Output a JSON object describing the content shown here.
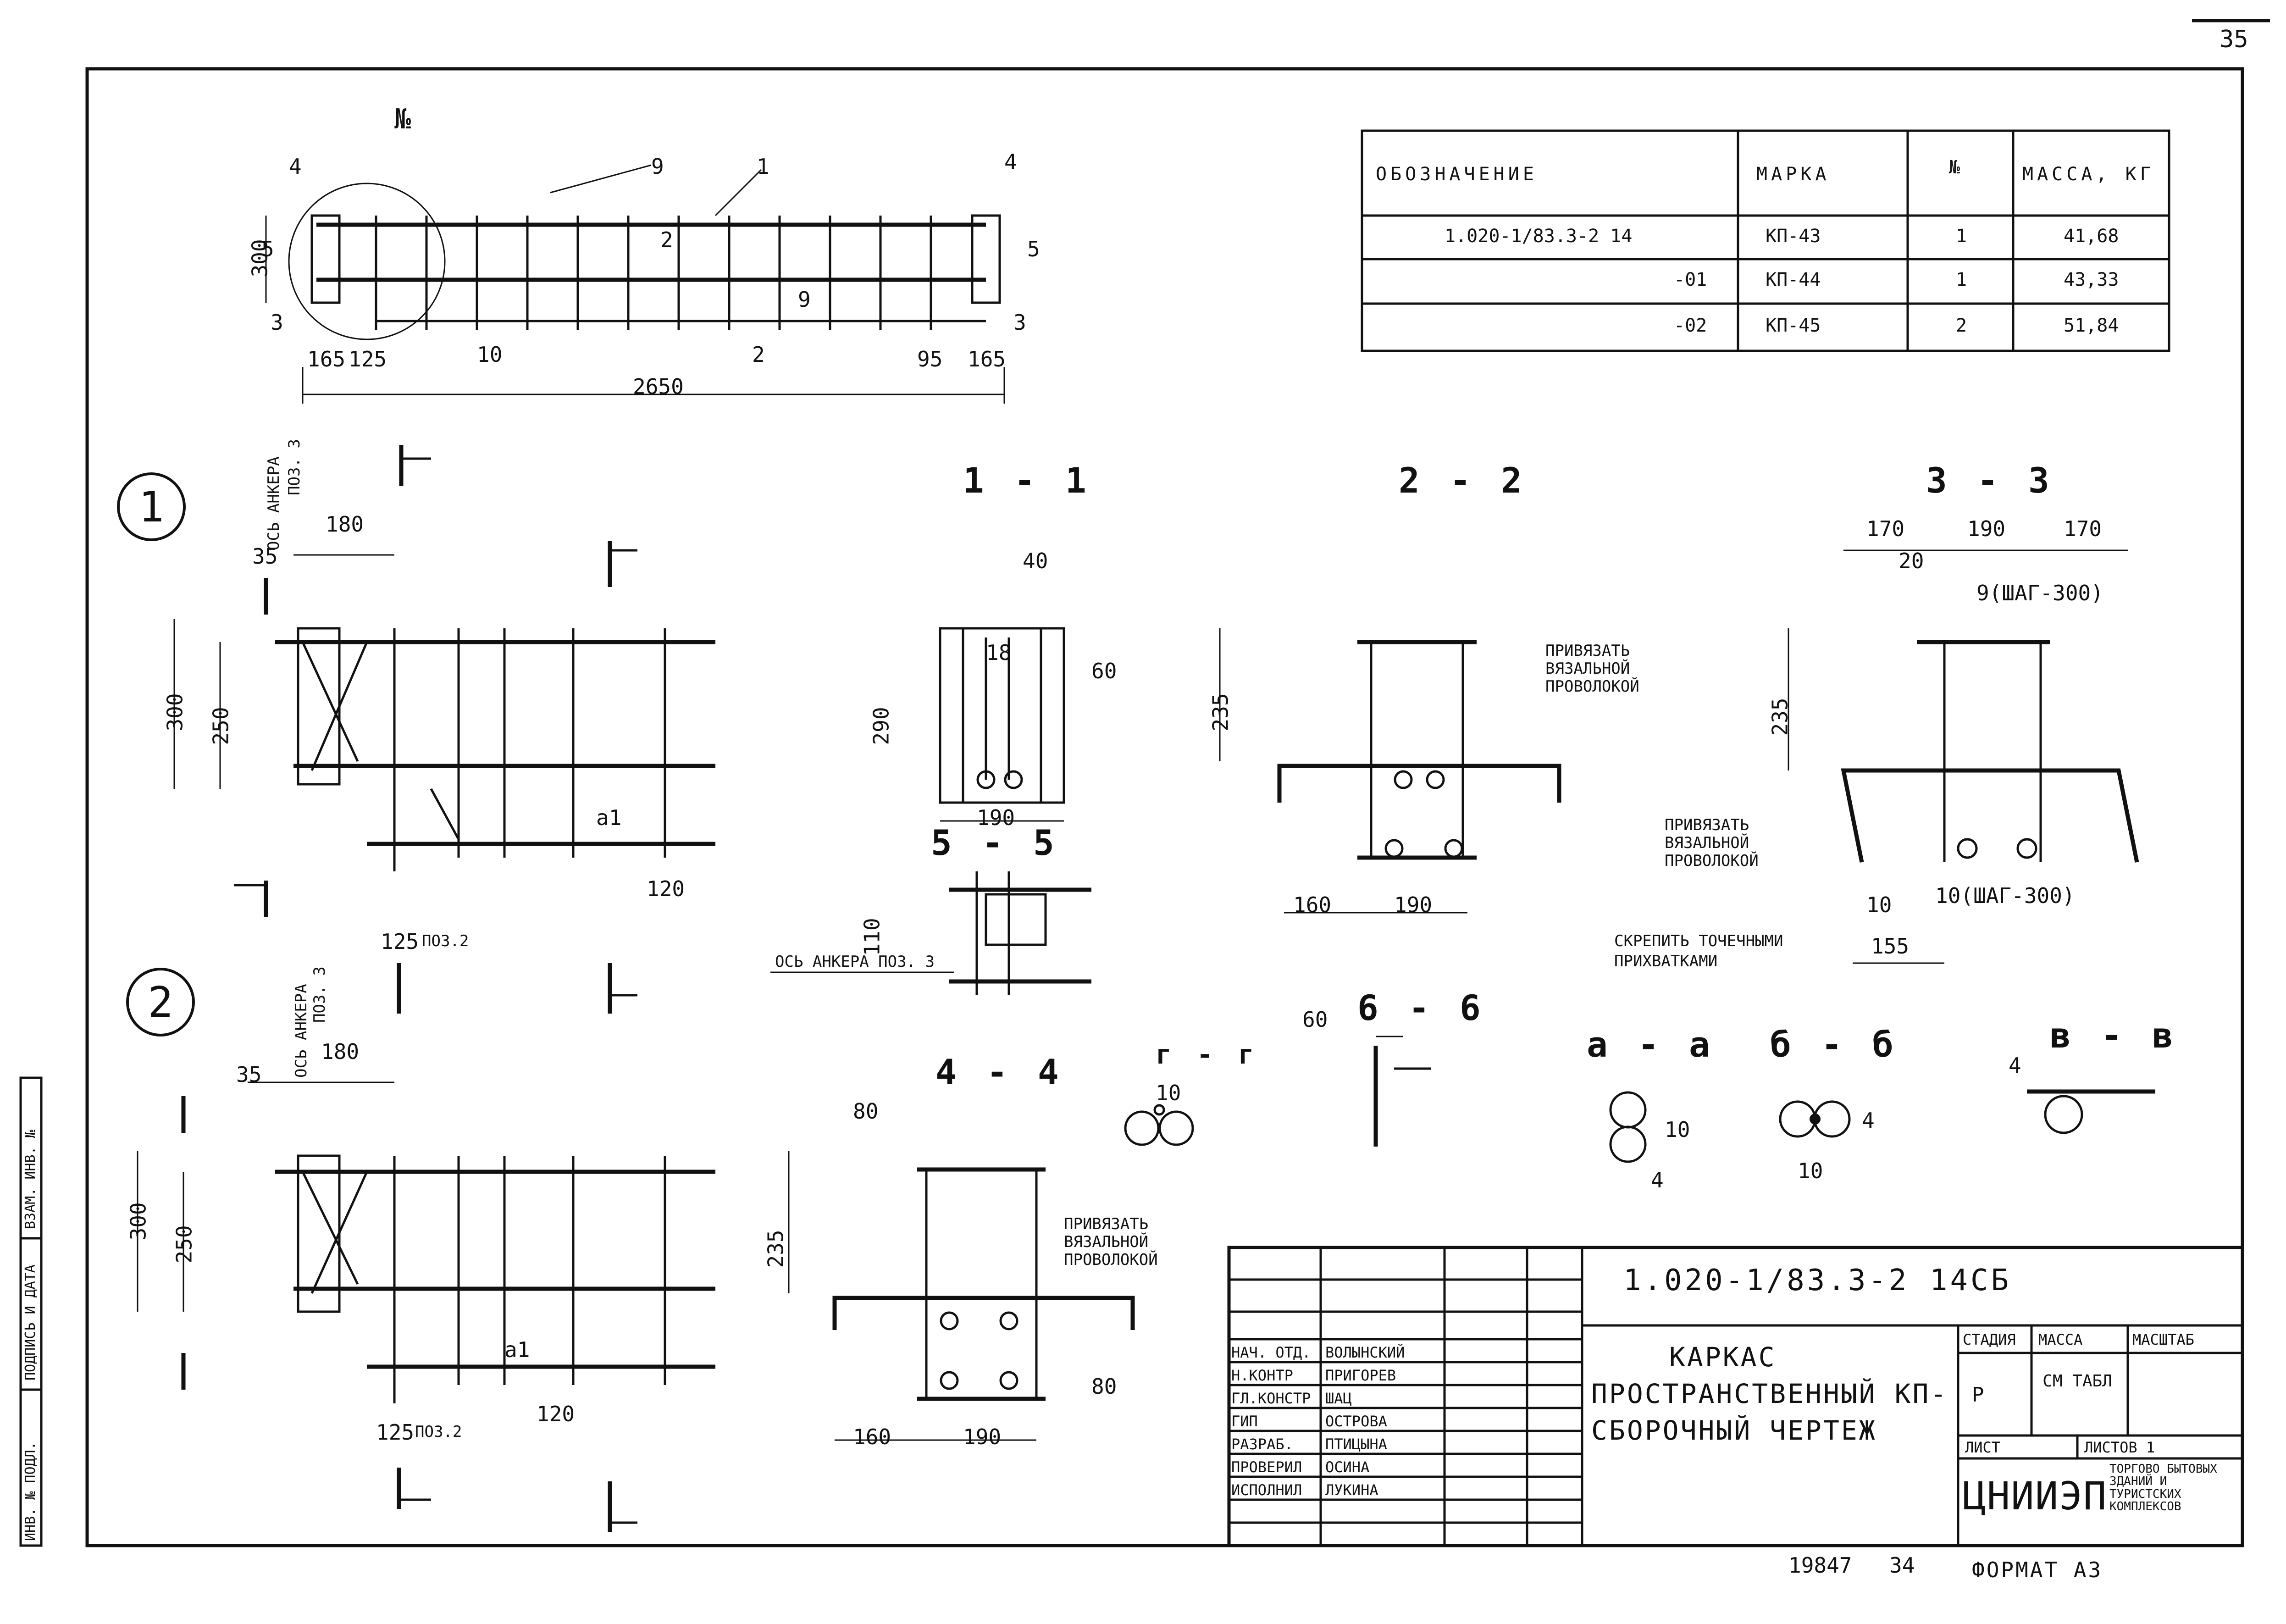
{
  "sheet_number": "35",
  "spec_table": {
    "headers": [
      "ОБОЗНАЧЕНИЕ",
      "МАРКА",
      "№",
      "МАССА, КГ"
    ],
    "rows": [
      [
        "1.020-1/83.3-2 14",
        "КП-43",
        "1",
        "41,68"
      ],
      [
        "-01",
        "КП-44",
        "1",
        "43,33"
      ],
      [
        "-02",
        "КП-45",
        "2",
        "51,84"
      ]
    ]
  },
  "plan_view": {
    "dims": {
      "height": "300",
      "d165a": "165",
      "d125": "125",
      "d95": "95",
      "d165b": "165",
      "length": "2650"
    },
    "positions": [
      "4",
      "5",
      "3",
      "9",
      "2",
      "1",
      "10",
      "2",
      "9",
      "4",
      "5",
      "3"
    ],
    "node_mark": "№"
  },
  "variant_markers": [
    "1",
    "2"
  ],
  "elevation_labels": {
    "anchor_axis": "ОСЬ АНКЕРА",
    "anchor_pos": "ПОЗ. 3",
    "d180": "180",
    "d35": "35",
    "d300": "300",
    "d250": "250",
    "d125": "125",
    "pos2": "ПОЗ.2",
    "d120": "120",
    "weld_mark": "а1"
  },
  "sections": {
    "s11": "1 - 1",
    "s22": "2 - 2",
    "s33": "3 - 3",
    "s55": "5 - 5",
    "s44": "4 - 4",
    "sgg": "г - г",
    "s66": "6 - 6",
    "saa": "а - а",
    "sbb": "б - б",
    "svv": "в - в"
  },
  "section_labels": {
    "d290": "290",
    "d190": "190",
    "d60": "60",
    "d40": "40",
    "d18": "18",
    "d235": "235",
    "d160": "160",
    "d170": "170",
    "d20": "20",
    "d10": "10",
    "d155": "155",
    "d110": "110",
    "d80": "80",
    "d4": "4",
    "step9": "9(ШАГ-300)",
    "step10": "10(ШАГ-300)",
    "tie_wire": "ПРИВЯЗАТЬ ВЯЗАЛЬНОЙ ПРОВОЛОКОЙ",
    "tack_weld": "СКРЕПИТЬ ТОЧЕЧНЫМИ ПРИХВАТКАМИ",
    "anchor_axis_full": "ОСЬ АНКЕРА ПОЗ. 3"
  },
  "title_block": {
    "code": "1.020-1/83.3-2 14СБ",
    "title_line1": "КАРКАС",
    "title_line2": "ПРОСТРАНСТВЕННЫЙ КП-",
    "title_line3": "СБОРОЧНЫЙ ЧЕРТЕЖ",
    "stage_label": "СТАДИЯ",
    "mass_label": "МАССА",
    "scale_label": "МАСШТАБ",
    "stage_value": "Р",
    "mass_value": "СМ ТАБЛ",
    "sheet_label": "ЛИСТ",
    "sheets_label": "ЛИСТОВ 1",
    "org_logo": "ЦНИИЭП",
    "org_desc": "ТОРГОВО БЫТОВЫХ ЗДАНИЙ И ТУРИСТСКИХ КОМПЛЕКСОВ",
    "people": [
      {
        "role": "НАЧ. ОТД.",
        "name": "ВОЛЫНСКИЙ"
      },
      {
        "role": "Н.КОНТР",
        "name": "ПРИГОРЕВ"
      },
      {
        "role": "ГЛ.КОНСТР",
        "name": "ШАЦ"
      },
      {
        "role": "ГИП",
        "name": "ОСТРОВА"
      },
      {
        "role": "РАЗРАБ.",
        "name": "ПТИЦЫНА"
      },
      {
        "role": "ПРОВЕРИЛ",
        "name": "ОСИНА"
      },
      {
        "role": "ИСПОЛНИЛ",
        "name": "ЛУКИНА"
      }
    ]
  },
  "footer": {
    "inv_number": "19847",
    "page_number": "34",
    "format": "ФОРМАТ А3"
  },
  "side_stamp": {
    "inv": "ИНВ. № ПОДЛ.",
    "sign_date": "ПОДПИСЬ И ДАТА",
    "replace": "ВЗАМ. ИНВ. №"
  }
}
